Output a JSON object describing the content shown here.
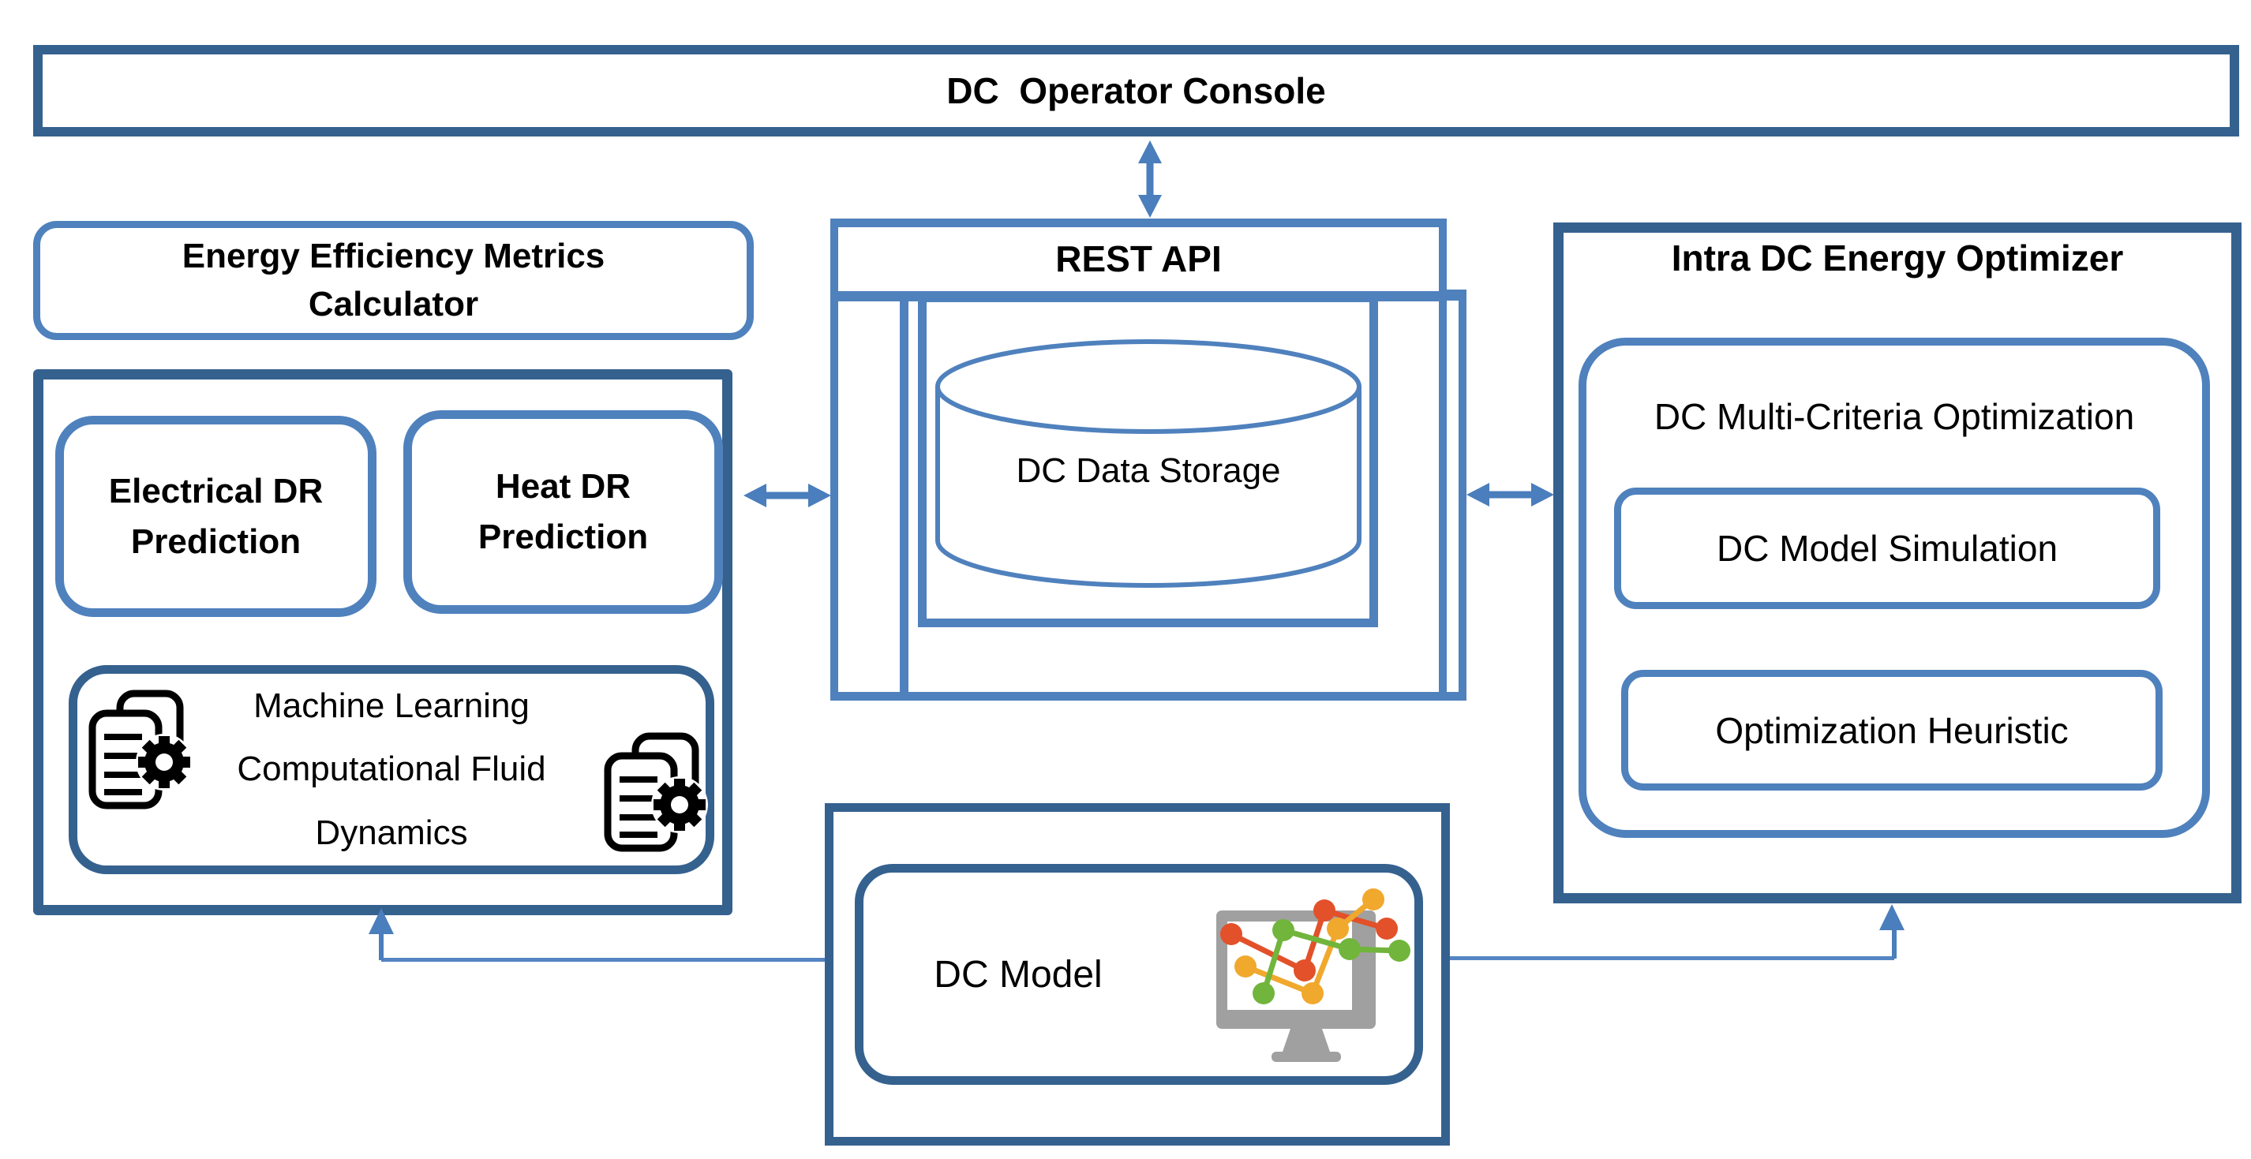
{
  "colors": {
    "dark_border": "#35618F",
    "medium_border": "#4F81BD",
    "arrow": "#4A7EBC",
    "connector_line": "#5585C2",
    "text": "#000000",
    "monitor_gray": "#A0A0A0",
    "dot_red": "#E2512A",
    "dot_orange": "#F0A82D",
    "dot_green": "#71B53C"
  },
  "nodes": {
    "operator_console": {
      "label": "DC  Operator Console"
    },
    "eemc": {
      "line1": "Energy Efficiency Metrics",
      "line2": "Calculator"
    },
    "electrical_dr": {
      "line1": "Electrical DR",
      "line2": "Prediction"
    },
    "heat_dr": {
      "line1": "Heat DR",
      "line2": "Prediction"
    },
    "ml_cfd": {
      "line1": "Machine Learning",
      "line2": "Computational Fluid",
      "line3": "Dynamics"
    },
    "rest_api": {
      "label": "REST API"
    },
    "dc_data_storage": {
      "label": "DC Data Storage"
    },
    "intra_dc_optimizer": {
      "title": "Intra DC Energy Optimizer",
      "multi_criteria_label": "DC Multi-Criteria Optimization",
      "simulation_label": "DC Model Simulation",
      "heuristic_label": "Optimization Heuristic"
    },
    "dc_model": {
      "label": "DC Model"
    }
  },
  "icons": {
    "ml_left": "document-gear-icon",
    "ml_right": "document-gear-icon",
    "storage": "database-cylinder-icon",
    "dc_model": "monitor-chart-icon"
  },
  "connections": [
    "DC Operator Console <-> REST API",
    "Energy Efficiency Metrics Calculator <-> REST API",
    "REST API <-> Intra DC Energy Optimizer",
    "DC Model -> Energy Efficiency Metrics Calculator",
    "DC Model -> Intra DC Energy Optimizer"
  ]
}
